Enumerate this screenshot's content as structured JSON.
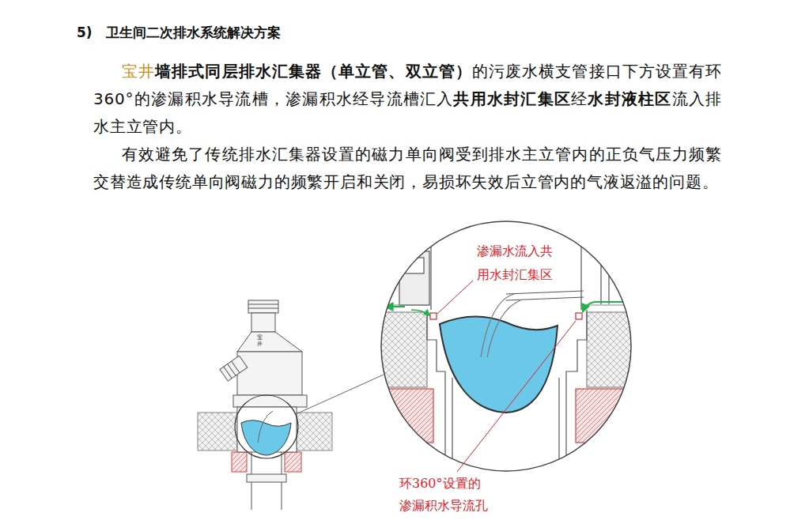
{
  "diagram": {
    "title": "5)   卫生间二次排水系统解决方案",
    "labels": [
      "宝井",
      "墙排式同层排水汇集器（单立管、双立管）",
      "的污废水横支管接口下方设置有环360°的渗漏积水导流槽，渗漏积水经导流槽汇入",
      "共用水封汇集区",
      "经",
      "水封液柱区",
      "流入排水主立管内。",
      "有效避免了传统排水汇集器设置的磁力单向阀受到排水主立管内的正负气压力频繁交替造成传统单向阀磁力的频繁开启和关闭，易损坏失效后立管内的气液返溢的问题。",
      "渗漏水流入共用水封汇集区",
      "环360°设置的渗漏积水导流孔",
      "宝井"
    ]
  }
}
